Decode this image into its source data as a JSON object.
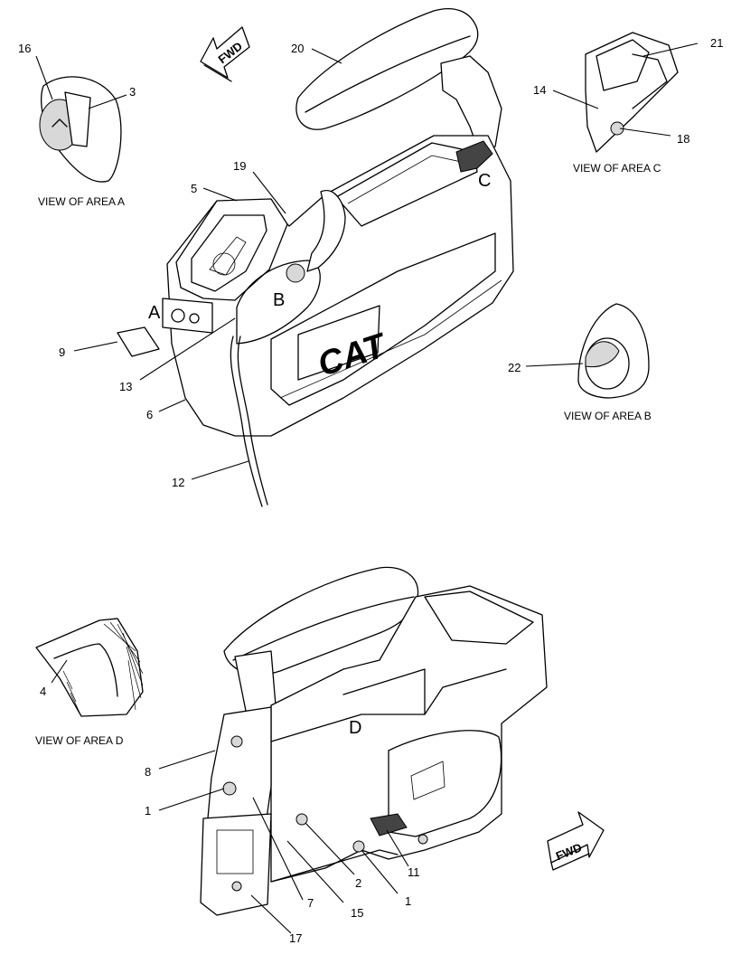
{
  "callouts": [
    "16",
    "3",
    "20",
    "21",
    "14",
    "18",
    "5",
    "19",
    "9",
    "13",
    "6",
    "12",
    "22",
    "4",
    "8",
    "1",
    "7",
    "15",
    "2",
    "1",
    "11",
    "17"
  ],
  "area_letters": [
    "A",
    "B",
    "C",
    "D"
  ],
  "view_captions": [
    "VIEW OF AREA A",
    "VIEW OF AREA C",
    "VIEW OF AREA B",
    "VIEW OF AREA D"
  ],
  "direction_labels": [
    "FWD",
    "FWD"
  ],
  "logo_text": "CAT"
}
